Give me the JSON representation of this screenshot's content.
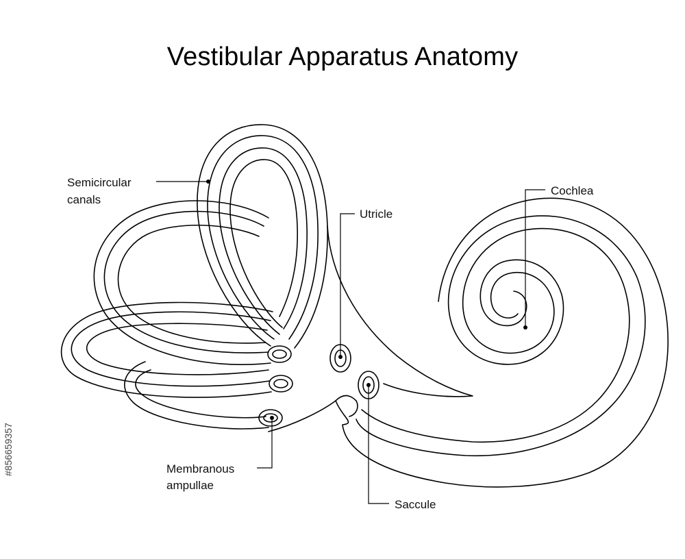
{
  "title": "Vestibular Apparatus Anatomy",
  "labels": {
    "semicircular_line1": "Semicircular",
    "semicircular_line2": "canals",
    "utricle": "Utricle",
    "cochlea": "Cochlea",
    "membranous_line1": "Membranous",
    "membranous_line2": "ampullae",
    "saccule": "Saccule"
  },
  "watermark_id": "#856659357",
  "colors": {
    "line": "#000000",
    "background": "#ffffff"
  }
}
